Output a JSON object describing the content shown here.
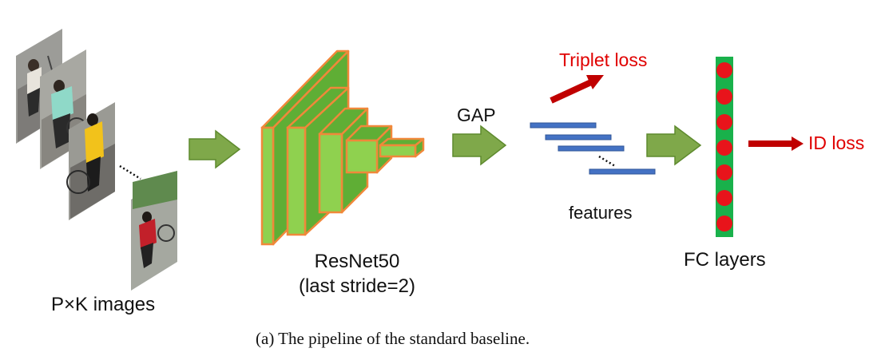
{
  "labels": {
    "images": "P×K images",
    "backbone_line1": "ResNet50",
    "backbone_line2": "(last stride=2)",
    "gap": "GAP",
    "features": "features",
    "fc": "FC layers",
    "triplet": "Triplet loss",
    "id": "ID loss"
  },
  "caption": "(a) The pipeline of the standard baseline.",
  "colors": {
    "flow_arrow_fill": "#7FA84A",
    "flow_arrow_stroke": "#5E8A2E",
    "cnn_face": "#8FD14F",
    "cnn_dark": "#5FAE35",
    "cnn_edge": "#F0883A",
    "feature_bar": "#4472C4",
    "fc_bar": "#19B14B",
    "fc_neuron": "#E8141B",
    "loss_arrow": "#C00000",
    "loss_text": "#E00000"
  }
}
